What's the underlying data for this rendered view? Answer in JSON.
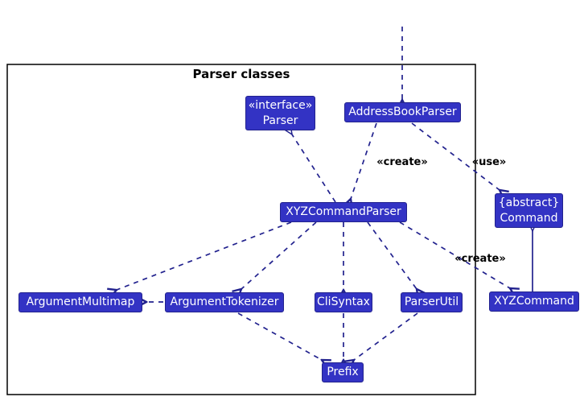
{
  "diagram": {
    "frame_title": "Parser classes",
    "nodes": {
      "parser_interface": {
        "stereotype": "«interface»",
        "name": "Parser"
      },
      "address_book_parser": {
        "name": "AddressBookParser"
      },
      "xyz_command_parser": {
        "name": "XYZCommandParser"
      },
      "command": {
        "stereotype": "{abstract}",
        "name": "Command"
      },
      "argument_multimap": {
        "name": "ArgumentMultimap"
      },
      "argument_tokenizer": {
        "name": "ArgumentTokenizer"
      },
      "cli_syntax": {
        "name": "CliSyntax"
      },
      "parser_util": {
        "name": "ParserUtil"
      },
      "xyz_command": {
        "name": "XYZCommand"
      },
      "prefix": {
        "name": "Prefix"
      }
    },
    "edge_labels": {
      "create_top": "«create»",
      "use": "«use»",
      "create_bottom": "«create»"
    },
    "colors": {
      "node_fill": "#3333C4",
      "node_border": "#22228E",
      "node_text": "#FFFFFF",
      "edge": "#22228E",
      "frame_border": "#000000",
      "label_text": "#000000"
    }
  }
}
